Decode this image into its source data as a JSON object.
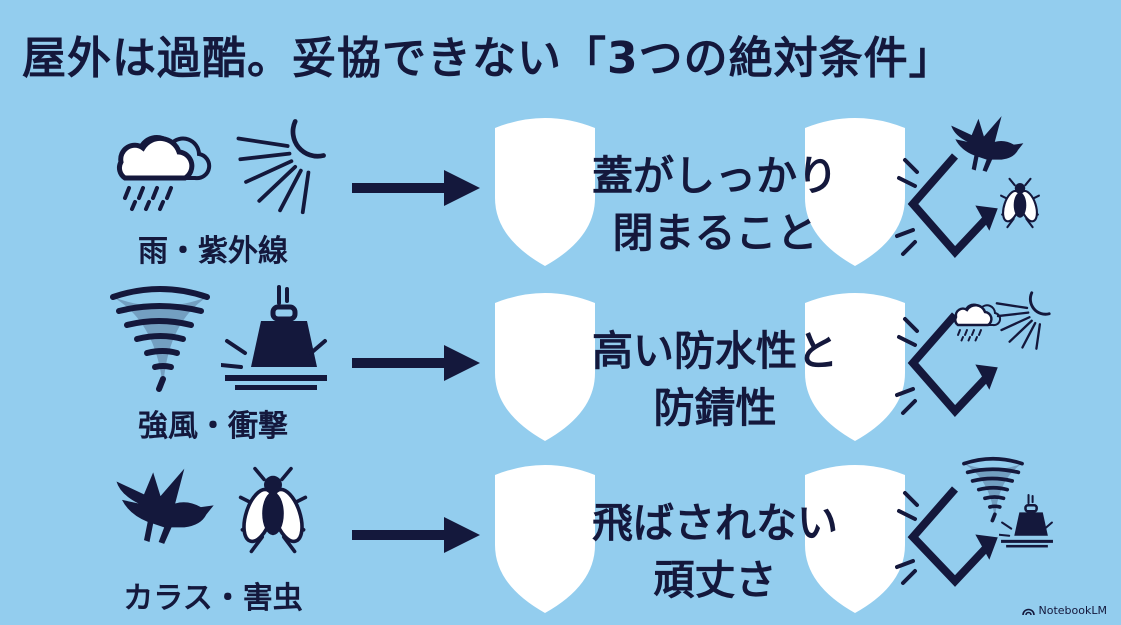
{
  "title": "屋外は過酷。妥協できない「3つの絶対条件」",
  "rows": [
    {
      "threat_label": "雨・紫外線",
      "threat_icons": [
        "rain-cloud-icon",
        "sun-rays-icon"
      ],
      "condition_lines": [
        "蓋がしっかり",
        "閉まること"
      ],
      "deflected_icons": [
        "crow-icon",
        "fly-icon"
      ]
    },
    {
      "threat_label": "強風・衝撃",
      "threat_icons": [
        "tornado-icon",
        "falling-weight-icon"
      ],
      "condition_lines": [
        "高い防水性と",
        "防錆性"
      ],
      "deflected_icons": [
        "rain-cloud-icon",
        "sun-rays-icon"
      ]
    },
    {
      "threat_label": "カラス・害虫",
      "threat_icons": [
        "crow-icon",
        "fly-icon"
      ],
      "condition_lines": [
        "飛ばされない",
        "頑丈さ"
      ],
      "deflected_icons": [
        "tornado-icon",
        "falling-weight-icon"
      ]
    }
  ],
  "colors": {
    "background": "#93cdee",
    "ink": "#14183c",
    "shield": "#ffffff"
  },
  "brand": {
    "label": "NotebookLM"
  }
}
